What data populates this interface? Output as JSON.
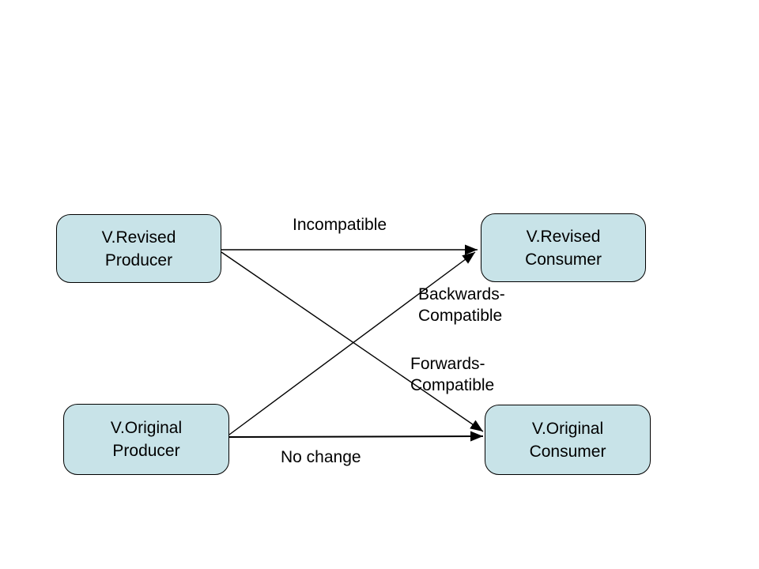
{
  "diagram": {
    "colors": {
      "background": "#ffffff",
      "node_fill": "#c8e3e8",
      "node_border": "#000000",
      "arrow": "#000000",
      "text": "#000000"
    },
    "nodes": {
      "revised_producer": {
        "label": "V.Revised\nProducer"
      },
      "revised_consumer": {
        "label": "V.Revised\nConsumer"
      },
      "original_producer": {
        "label": "V.Original\nProducer"
      },
      "original_consumer": {
        "label": "V.Original\nConsumer"
      }
    },
    "edges": {
      "incompatible": {
        "label": "Incompatible",
        "from": "revised_producer",
        "to": "revised_consumer"
      },
      "backwards_compatible": {
        "label": "Backwards-\nCompatible",
        "from": "original_producer",
        "to": "revised_consumer"
      },
      "forwards_compatible": {
        "label": "Forwards-\nCompatible",
        "from": "revised_producer",
        "to": "original_consumer"
      },
      "no_change": {
        "label": "No change",
        "from": "original_producer",
        "to": "original_consumer"
      }
    }
  }
}
